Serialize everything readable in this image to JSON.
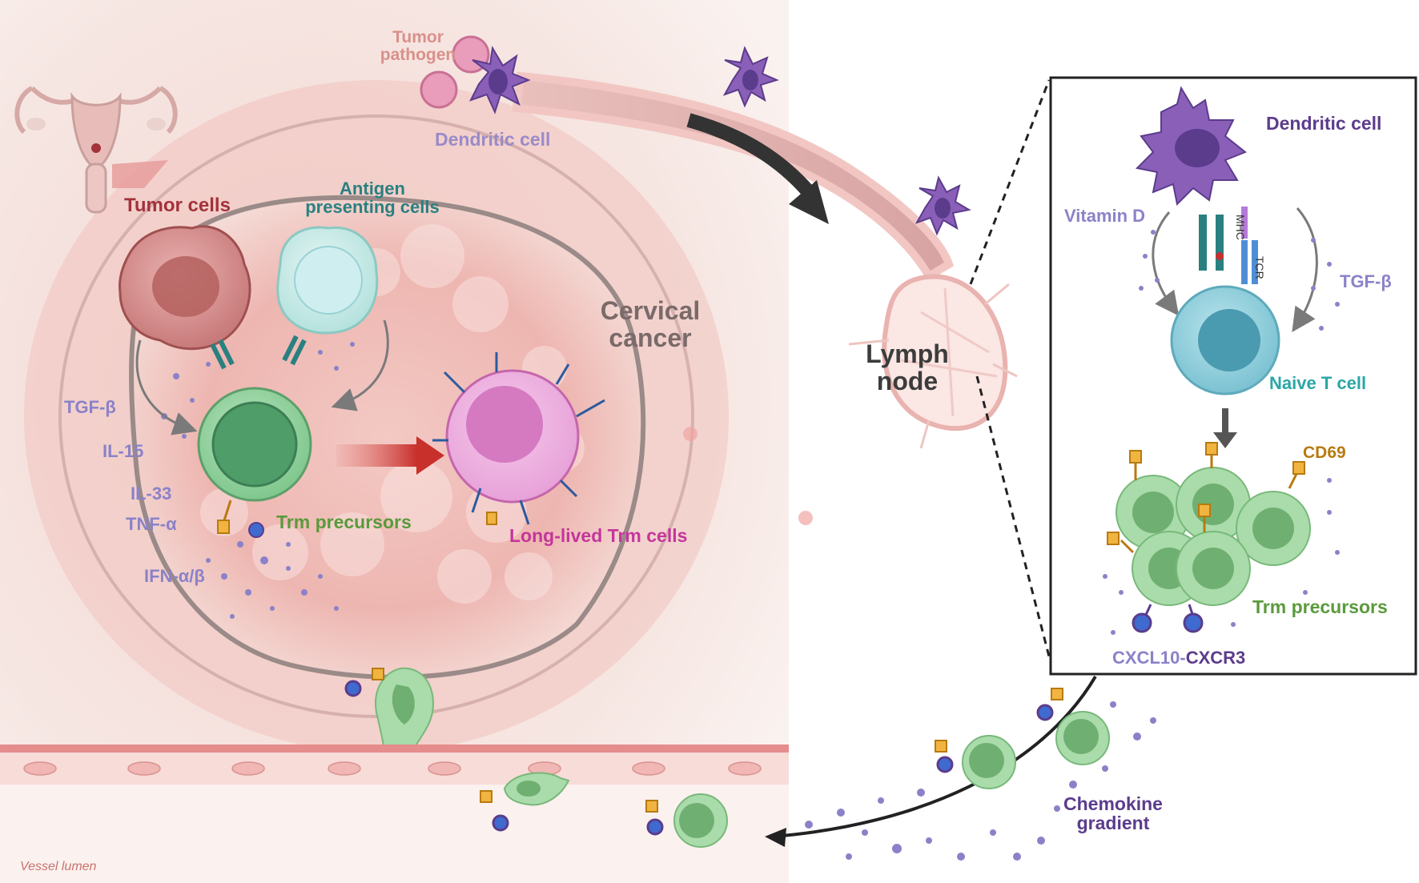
{
  "labels": {
    "tumor_pathogen": "Tumor\npathogen",
    "dendritic_cell_top": "Dendritic cell",
    "tumor_cells": "Tumor cells",
    "antigen_presenting": "Antigen\npresenting cells",
    "cervical_cancer": "Cervical\ncancer",
    "lymph_node": "Lymph\nnode",
    "trm_precursors_left": "Trm precursors",
    "long_lived_trm": "Long-lived Trm cells",
    "vessel_lumen": "Vessel lumen",
    "chemokine_gradient": "Chemokine\ngradient",
    "cytokines": [
      "TGF-β",
      "IL-15",
      "IL-33",
      "TNF-α",
      "IFN-α/β"
    ]
  },
  "inset": {
    "dendritic_cell": "Dendritic cell",
    "vitamin_d": "Vitamin D",
    "mhc": "MHC",
    "tcr": "TCR",
    "tgf_b": "TGF-β",
    "naive_t_cell": "Naive T cell",
    "cd69": "CD69",
    "trm_precursors": "Trm precursors",
    "cxcl10": "CXCL10-",
    "cxcr3": "CXCR3"
  },
  "colors": {
    "tumor": "#a3323a",
    "antigen": "#2a8080",
    "cervical": "#7a6a6a",
    "lymph": "#3c3c3c",
    "trm": "#5a9a3c",
    "longlived": "#c4369c",
    "cytokine": "#8a82c8",
    "dendritic": "#5b3c8c",
    "naive": "#2aa6a6",
    "cd69": "#b87a10",
    "pathogen": "#d9908a"
  }
}
